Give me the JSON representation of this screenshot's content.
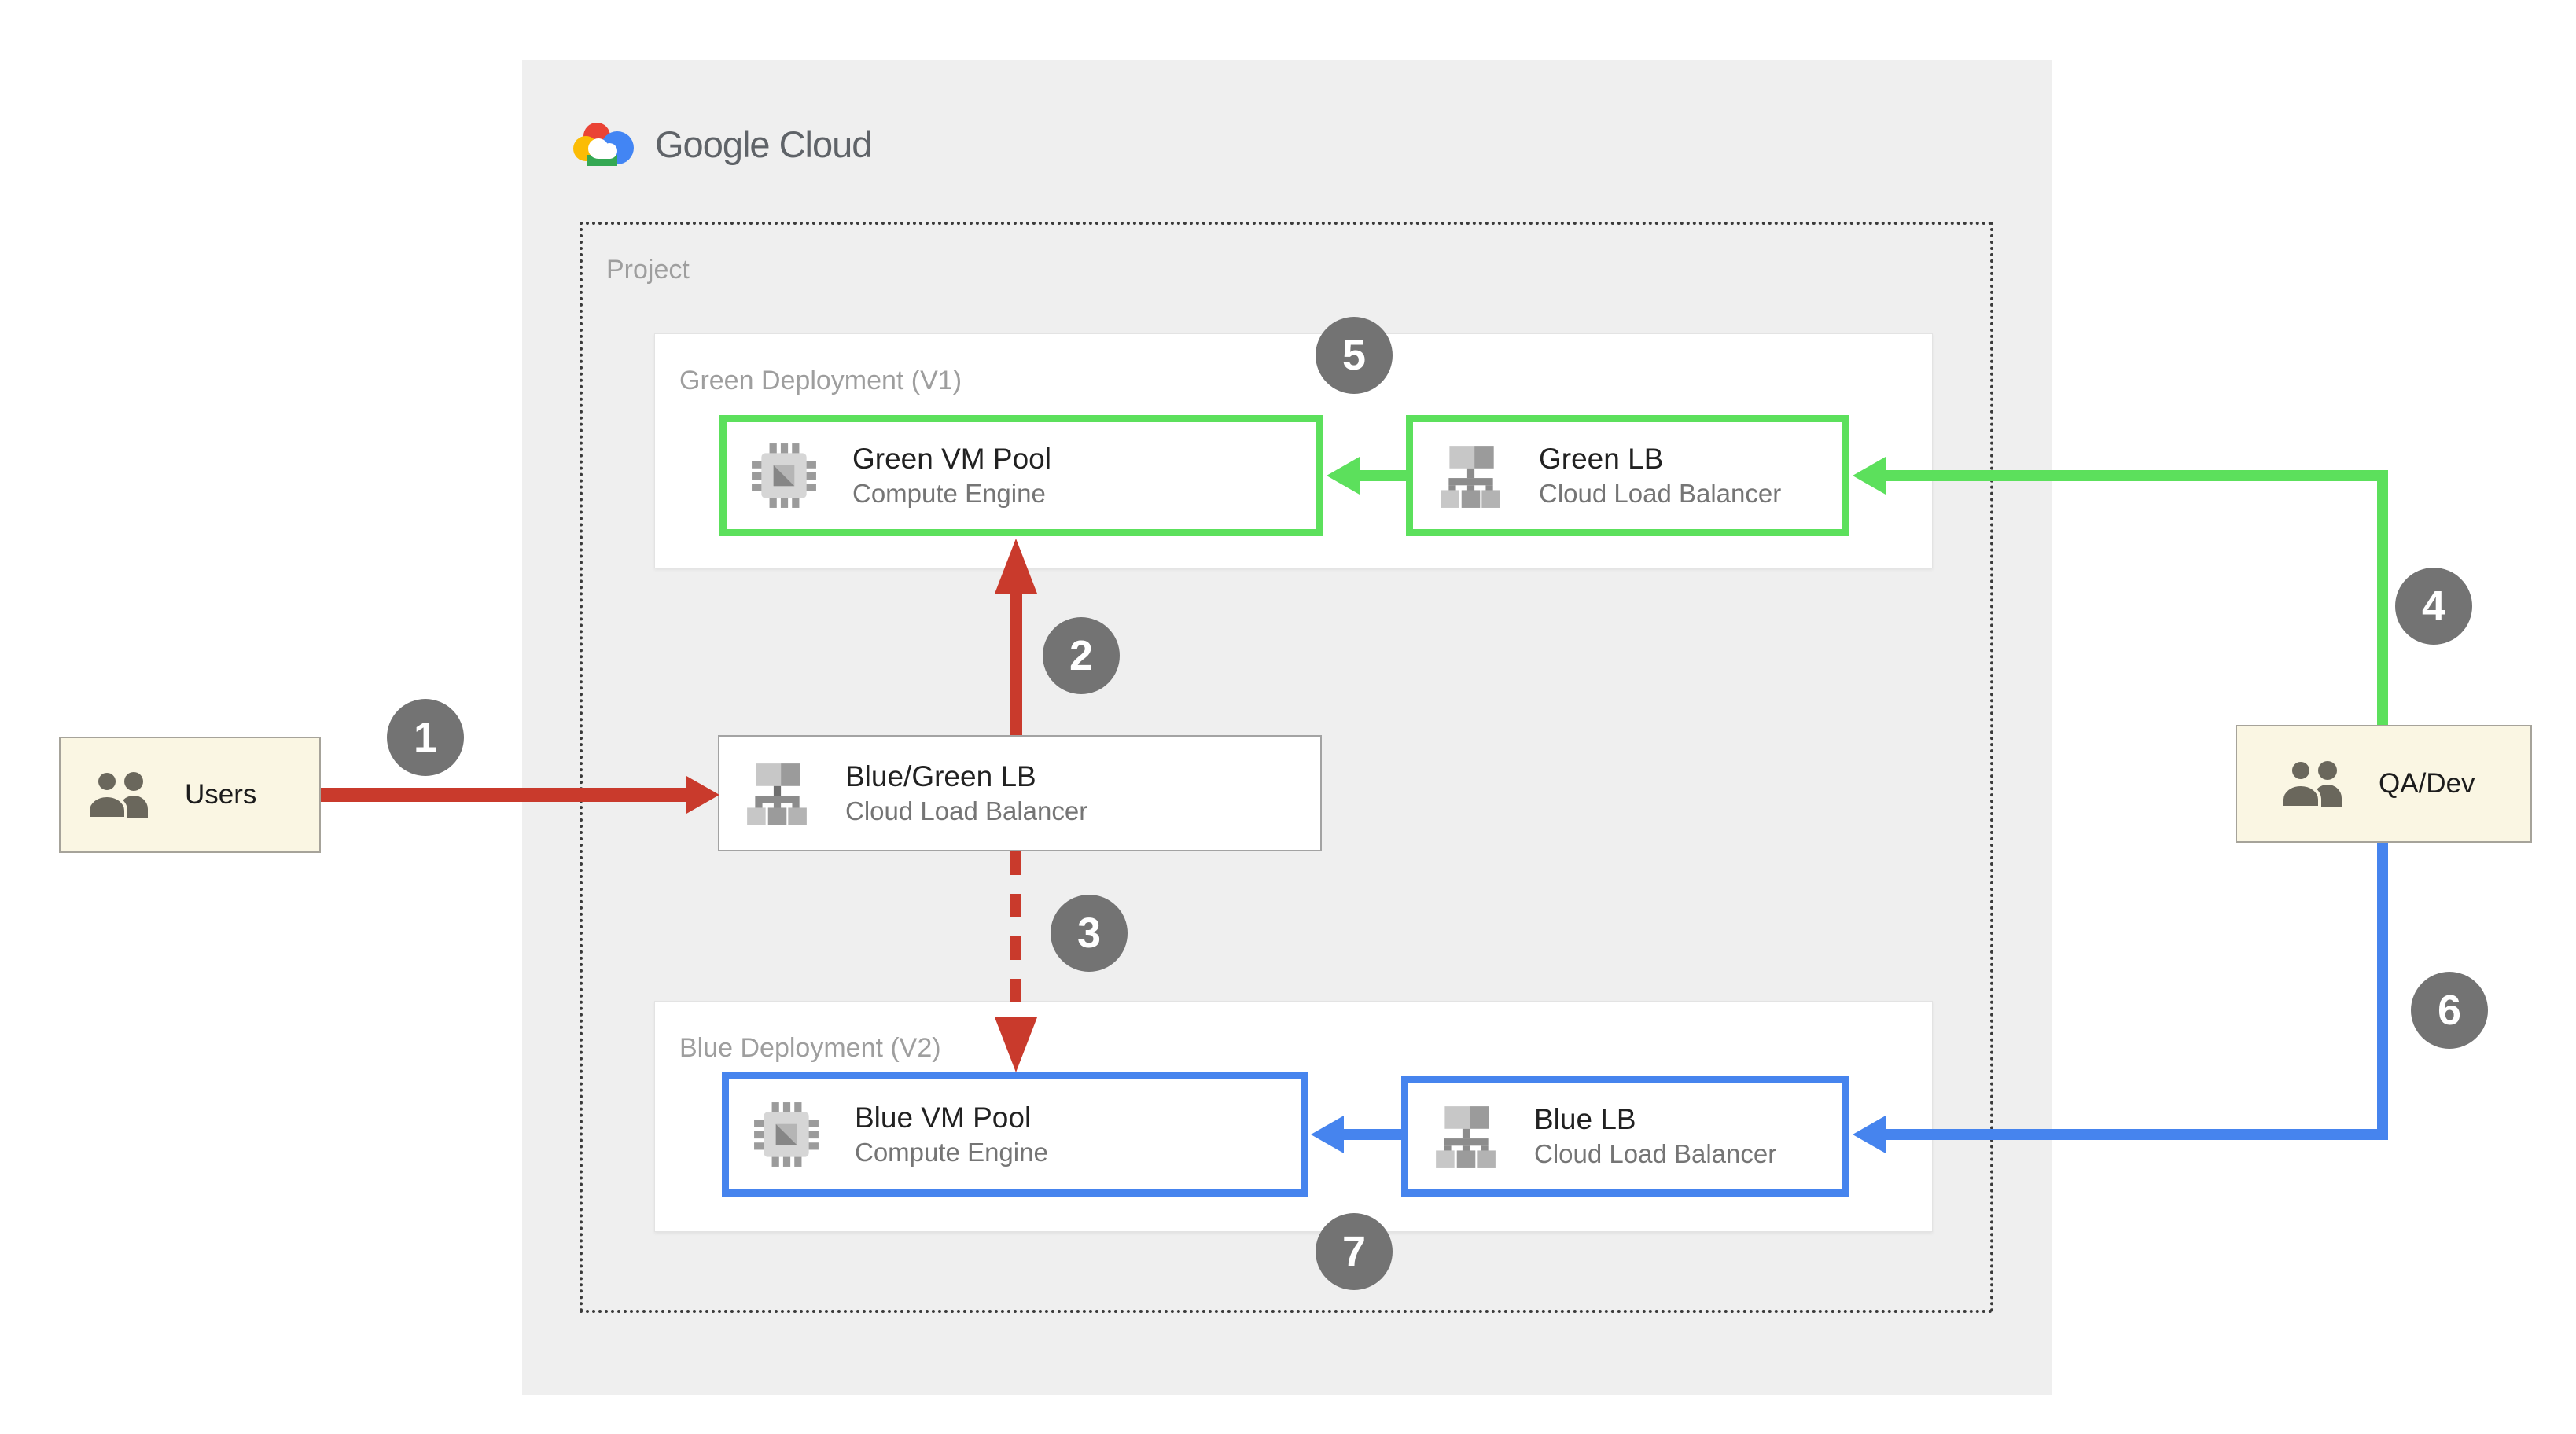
{
  "logo": {
    "text": "Google Cloud"
  },
  "project": {
    "label": "Project"
  },
  "deployments": {
    "green": {
      "label": "Green Deployment (V1)",
      "vm": {
        "title": "Green VM Pool",
        "subtitle": "Compute Engine"
      },
      "lb": {
        "title": "Green LB",
        "subtitle": "Cloud Load Balancer"
      }
    },
    "blue": {
      "label": "Blue Deployment (V2)",
      "vm": {
        "title": "Blue VM Pool",
        "subtitle": "Compute Engine"
      },
      "lb": {
        "title": "Blue LB",
        "subtitle": "Cloud Load Balancer"
      }
    }
  },
  "router": {
    "title": "Blue/Green LB",
    "subtitle": "Cloud Load Balancer"
  },
  "actors": {
    "users": {
      "label": "Users"
    },
    "qadev": {
      "label": "QA/Dev"
    }
  },
  "badges": [
    "1",
    "2",
    "3",
    "4",
    "5",
    "6",
    "7"
  ],
  "colors": {
    "panel-bg": "#efefef",
    "green": "#5ce05c",
    "blue": "#4684ee",
    "red": "#c93a2c",
    "badge": "#737373",
    "actor-bg": "#faf6e3",
    "label-gray": "#9e9e9e",
    "subtitle-gray": "#757575",
    "title-dark": "#212121"
  }
}
